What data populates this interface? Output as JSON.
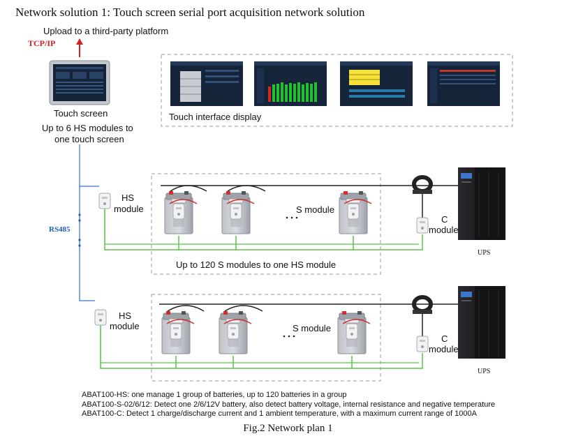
{
  "title": "Network solution 1: Touch screen serial port acquisition network solution",
  "upload_label": "Upload to a third-party platform",
  "protocol_label": "TCP/IP",
  "touch_screen_label": "Touch screen",
  "touch_interface_label": "Touch interface display",
  "hs_capacity_line1": "Up to 6 HS modules to",
  "hs_capacity_line2": "one touch screen",
  "bus_label": "RS485",
  "groups": [
    {
      "hs_module_line1": "HS",
      "hs_module_line2": "module",
      "s_module_label": "S module",
      "c_module_line1": "C",
      "c_module_line2": "module",
      "ups_label": "UPS",
      "s_capacity_label": "Up to 120 S modules to one HS module"
    },
    {
      "hs_module_line1": "HS",
      "hs_module_line2": "module",
      "s_module_label": "S module",
      "c_module_line1": "C",
      "c_module_line2": "module",
      "ups_label": "UPS"
    }
  ],
  "notes": [
    "ABAT100-HS: one manage 1 group of batteries, up to 120 batteries in a group",
    "ABAT100-S-02/6/12: Detect one 2/6/12V battery, also detect battery voltage, internal resistance and negative temperature",
    "ABAT100-C: Detect 1 charge/discharge current and 1 ambient temperature, with a maximum current range of 1000A"
  ],
  "caption": "Fig.2 Network plan 1",
  "colors": {
    "protocol": "#d21f1f",
    "bus": "#1f5fb8",
    "sense_wire": "#5cc24a",
    "screen_dark": "#16243a",
    "bars": "#22c02e"
  }
}
